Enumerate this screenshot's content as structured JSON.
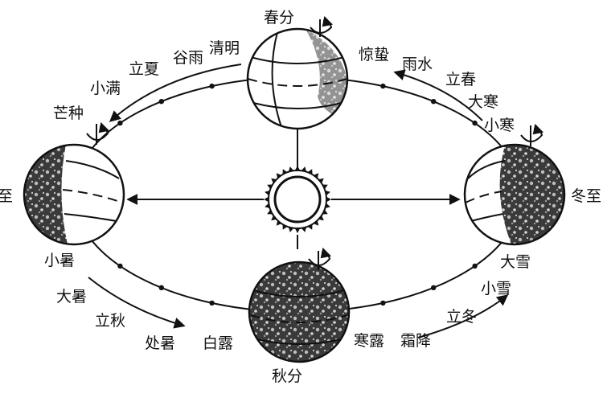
{
  "diagram": {
    "solar_terms": {
      "spring_equinox": "春分",
      "autumn_equinox": "秋分",
      "summer_solstice": "至",
      "winter_solstice": "冬至",
      "qingming": "清明",
      "guyu": "谷雨",
      "lixia": "立夏",
      "xiaoman": "小满",
      "mangzhong": "芒种",
      "xiaoshu": "小暑",
      "dashu": "大暑",
      "liqiu": "立秋",
      "chushu": "处暑",
      "bailu": "白露",
      "hanlu": "寒露",
      "shuangjiang": "霜降",
      "lidong": "立冬",
      "xiaoxue": "小雪",
      "daxue": "大雪",
      "xiaohan": "小寒",
      "dahan": "大寒",
      "lichun": "立春",
      "yushui": "雨水",
      "jingzhe": "惊蛰"
    },
    "icons": {
      "sun": "sun-icon",
      "earth": "earth-globe-icon",
      "rotation": "rotation-arrow-icon"
    }
  }
}
